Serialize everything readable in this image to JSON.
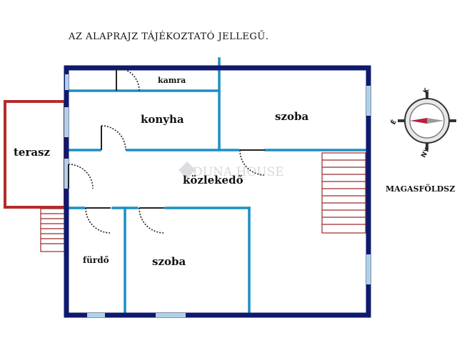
{
  "header": {
    "note": "AZ ALAPRAJZ TÁJÉKOZTATÓ JELLEGŰ."
  },
  "rooms": {
    "kamra": "kamra",
    "konyha": "konyha",
    "szoba_top": "szoba",
    "terasz": "terasz",
    "kozlekedo": "közlekedő",
    "furdo": "fürdő",
    "szoba_bottom": "szoba"
  },
  "floor_label": "MAGASFÖLDSZ",
  "watermark": "DUNA HOUSE",
  "compass": {
    "north": "K",
    "south": "NY",
    "west": "É",
    "east": ""
  },
  "colors": {
    "outer_wall": "#0e1a6e",
    "inner_wall": "#1b8fc4",
    "terrace": "#b52a2a",
    "stairs": "#9a2a2a",
    "window": "#aed3e6",
    "compass_needle": "#b3243c"
  }
}
